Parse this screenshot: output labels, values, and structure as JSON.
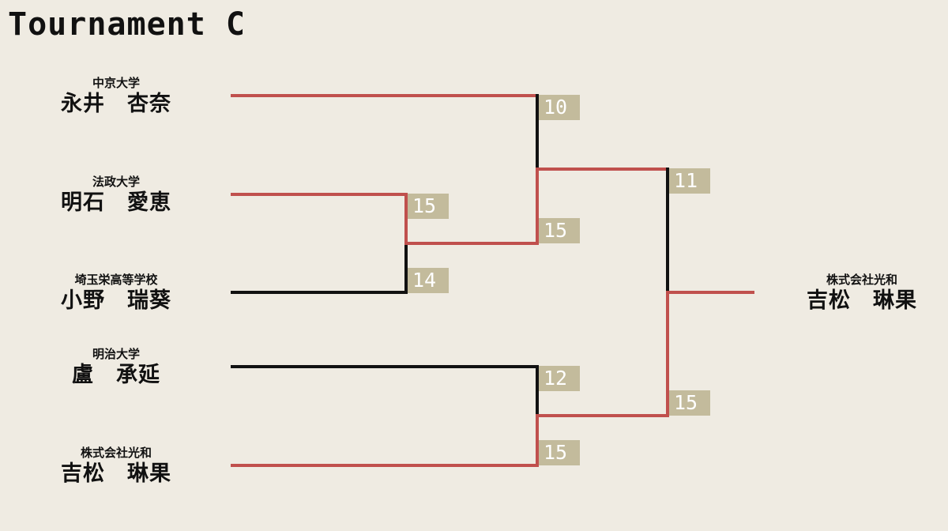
{
  "title": "Tournament C",
  "colors": {
    "background": "#efebe2",
    "win_line": "#c0504d",
    "lose_line": "#111111",
    "score_box": "#c3bb9c"
  },
  "players": [
    {
      "affiliation": "中京大学",
      "name": "永井　杏奈"
    },
    {
      "affiliation": "法政大学",
      "name": "明石　愛恵"
    },
    {
      "affiliation": "埼玉栄高等学校",
      "name": "小野　瑞葵"
    },
    {
      "affiliation": "明治大学",
      "name": "盧　承延"
    },
    {
      "affiliation": "株式会社光和",
      "name": "吉松　琳果"
    }
  ],
  "champion": {
    "affiliation": "株式会社光和",
    "name": "吉松　琳果"
  },
  "scores": {
    "r1_akashi": "15",
    "r1_ono": "14",
    "sf1_nagai": "10",
    "sf1_akashi": "15",
    "sf2_ro": "12",
    "sf2_yoshimatsu": "15",
    "final_akashi": "11",
    "final_yoshimatsu": "15"
  }
}
